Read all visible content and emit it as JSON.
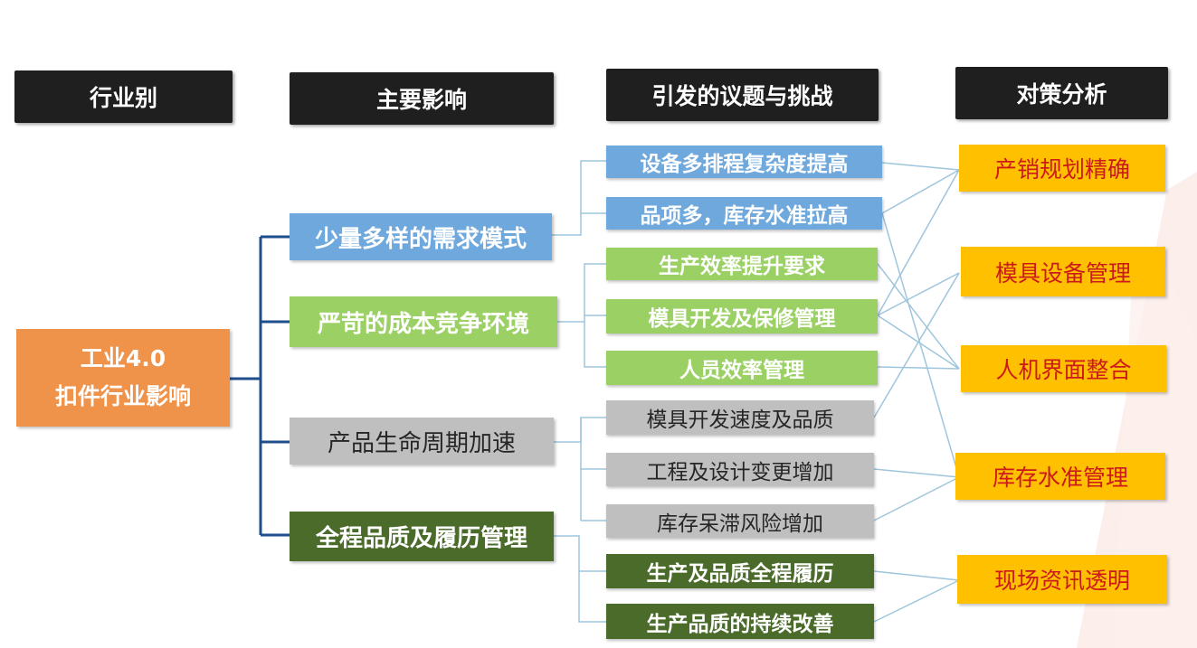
{
  "headers": {
    "industry": "行业别",
    "impact": "主要影响",
    "challenges": "引发的议题与挑战",
    "strategy": "对策分析"
  },
  "root": {
    "line1": "工业4.0",
    "line2": "扣件行业影响"
  },
  "impacts": [
    "少量多样的需求模式",
    "严苛的成本竞争环境",
    "产品生命周期加速",
    "全程品质及履历管理"
  ],
  "challenges": [
    "设备多排程复杂度提高",
    "品项多，库存水准拉高",
    "生产效率提升要求",
    "模具开发及保修管理",
    "人员效率管理",
    "模具开发速度及品质",
    "工程及设计变更增加",
    "库存呆滞风险增加",
    "生产及品质全程履历",
    "生产品质的持续改善"
  ],
  "strategies": [
    "产销规划精确",
    "模具设备管理",
    "人机界面整合",
    "库存水准管理",
    "现场资讯透明"
  ],
  "colors": {
    "header": "#1f1f1f",
    "root": "#f0934a",
    "blue": "#6fa8dc",
    "green": "#9bd164",
    "gray": "#bfbfbf",
    "dark_green": "#4a6b2a",
    "strategy_fill": "#ffc000",
    "strategy_text": "#cc1a1a",
    "tree_line": "#1f4e8c",
    "link_line": "#9ec5dd"
  }
}
